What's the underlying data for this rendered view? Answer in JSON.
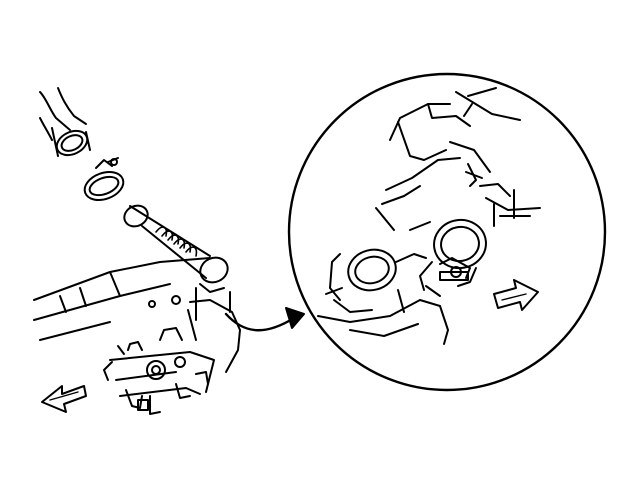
{
  "figure": {
    "background": "#ffffff",
    "ink": "#000000",
    "detail_view": "circular-inset",
    "direction_arrows": [
      "left",
      "right"
    ]
  }
}
